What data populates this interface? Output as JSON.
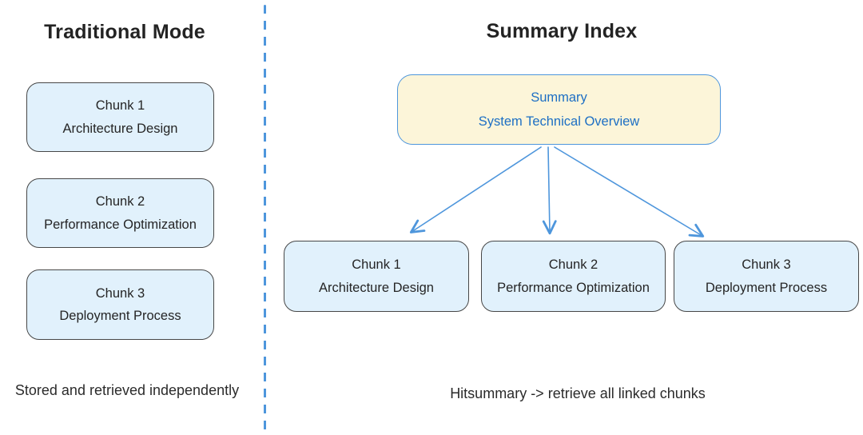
{
  "diagram": {
    "left_panel": {
      "title": "Traditional Mode",
      "chunks": [
        {
          "name": "Chunk 1",
          "label": "Architecture Design"
        },
        {
          "name": "Chunk 2",
          "label": "Performance Optimization"
        },
        {
          "name": "Chunk 3",
          "label": "Deployment Process"
        }
      ],
      "caption": "Stored and retrieved independently"
    },
    "right_panel": {
      "title": "Summary Index",
      "summary_box": {
        "title": "Summary",
        "subtitle": "System Technical Overview"
      },
      "chunks": [
        {
          "name": "Chunk 1",
          "label": "Architecture Design"
        },
        {
          "name": "Chunk 2",
          "label": "Performance Optimization"
        },
        {
          "name": "Chunk 3",
          "label": "Deployment Process"
        }
      ],
      "caption": "Hitsummary -> retrieve all linked chunks"
    },
    "colors": {
      "chunk_fill": "#E1F1FC",
      "chunk_border": "#474747",
      "summary_fill": "#FCF5D9",
      "summary_border": "#4E96DC",
      "summary_text": "#1D6FC4",
      "accent_blue": "#4E96DC",
      "text_dark": "#2A2A2A",
      "background": "#FFFFFF"
    }
  }
}
